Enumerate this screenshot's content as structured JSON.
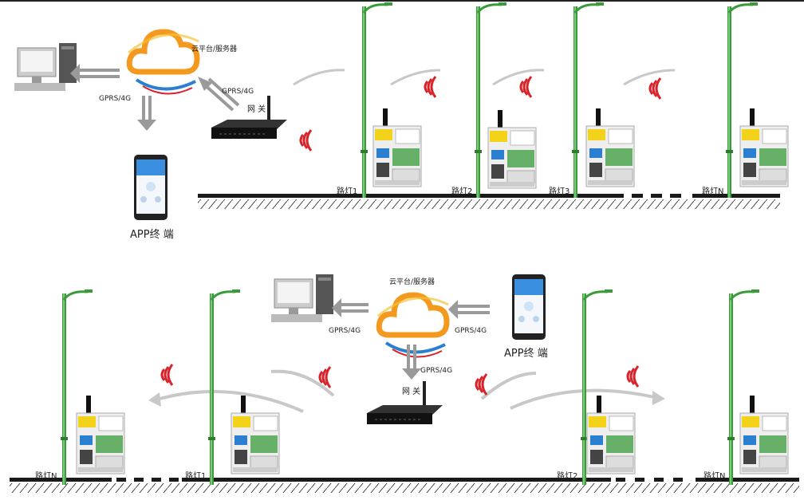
{
  "top": {
    "cloud_label": "云平台/服务器",
    "gprs_left": "GPRS/4G",
    "gprs_right": "GPRS/4G",
    "gateway_label": "网 关",
    "app_label": "APP终 端",
    "lamps": [
      "路灯1",
      "路灯2",
      "路灯3",
      "路灯N"
    ]
  },
  "bottom": {
    "cloud_label": "云平台/服务器",
    "gprs_left": "GPRS/4G",
    "gprs_right": "GPRS/4G",
    "gprs_down": "GPRS/4G",
    "gateway_label": "网 关",
    "app_label": "APP终 端",
    "lamps": [
      "路灯N",
      "路灯1",
      "路灯2",
      "路灯N"
    ]
  },
  "colors": {
    "pole": "#3a9b3a",
    "ground": "#1a1a1a",
    "cloud_orange": "#f39a1e",
    "cloud_blue": "#2a7fd0",
    "signal": "#d9232a",
    "arrow_gray": "#9a9a9a",
    "device_yellow": "#f3d21a"
  }
}
